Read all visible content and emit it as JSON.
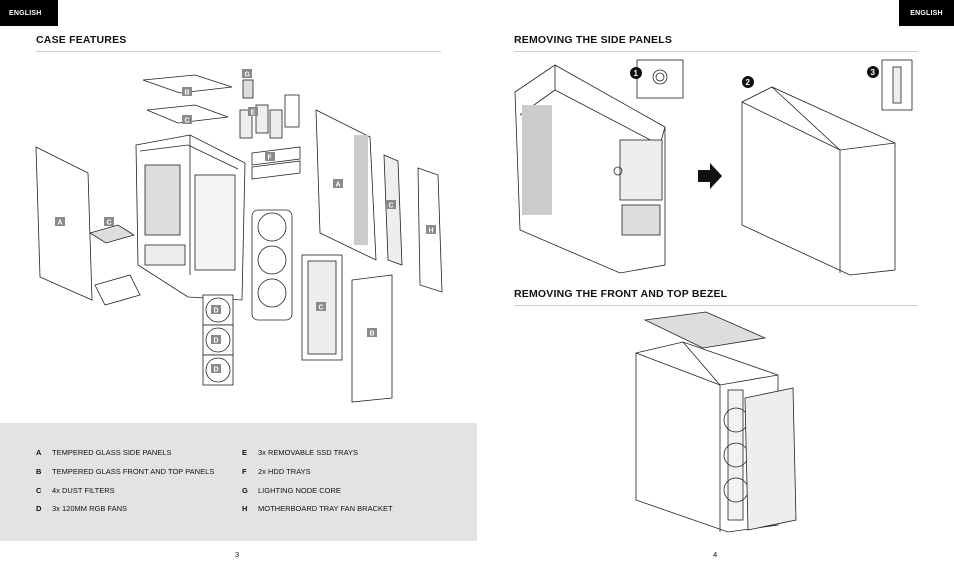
{
  "language_tag": "ENGLISH",
  "left_page": {
    "heading": "CASE FEATURES",
    "page_number": "3",
    "diagram_labels": {
      "A": "A",
      "B": "B",
      "C": "C",
      "D": "D",
      "E": "E",
      "F": "F",
      "G": "G",
      "H": "H"
    },
    "legend": [
      {
        "key": "A",
        "text": "TEMPERED GLASS SIDE PANELS"
      },
      {
        "key": "B",
        "text": "TEMPERED GLASS FRONT AND TOP PANELS"
      },
      {
        "key": "C",
        "text": "4x DUST FILTERS"
      },
      {
        "key": "D",
        "text": "3x 120MM RGB FANS"
      },
      {
        "key": "E",
        "text": "3x REMOVABLE SSD TRAYS"
      },
      {
        "key": "F",
        "text": "2x HDD TRAYS"
      },
      {
        "key": "G",
        "text": "LIGHTING NODE CORE"
      },
      {
        "key": "H",
        "text": "MOTHERBOARD TRAY FAN BRACKET"
      }
    ]
  },
  "right_page": {
    "heading_side": "REMOVING THE SIDE PANELS",
    "heading_bezel": "REMOVING THE FRONT AND TOP BEZEL",
    "page_number": "4",
    "steps": [
      "1",
      "2",
      "3"
    ]
  }
}
